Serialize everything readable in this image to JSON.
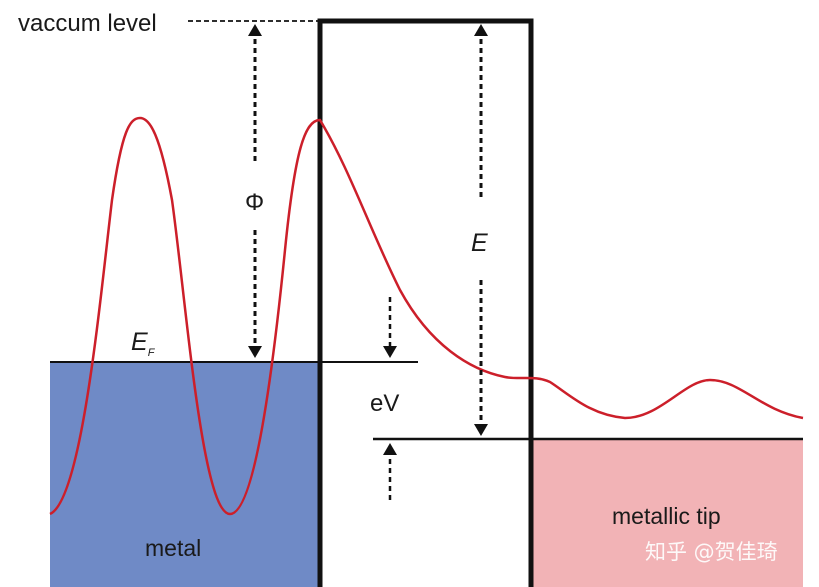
{
  "labels": {
    "vacuum_level": "vaccum level",
    "work_function": "Φ",
    "fermi_symbol": "E",
    "fermi_subscript": "F",
    "energy": "E",
    "bias": "eV",
    "metal": "metal",
    "tip": "metallic tip"
  },
  "watermark": "知乎 @贺佳琦",
  "colors": {
    "metal_fill": "#6f8ac6",
    "tip_fill": "#f2b3b6",
    "wave": "#cc1f2a",
    "lines": "#111111"
  }
}
